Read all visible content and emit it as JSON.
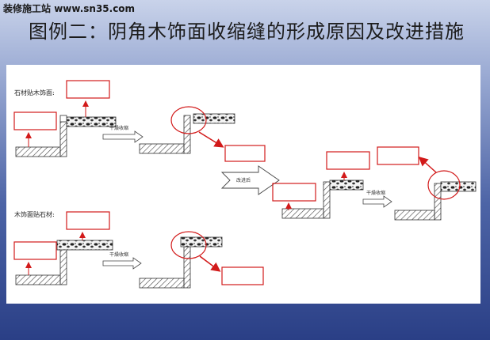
{
  "watermark": {
    "site_name": "装修施工站",
    "url": "www.sn35.com"
  },
  "title": "图例二：阴角木饰面收缩缝的形成原因及改进措施",
  "diagram": {
    "row1_label": "石材贴木饰面:",
    "row2_label": "木饰面贴石材:",
    "arrow_drying_1": "干燥收缩",
    "arrow_drying_2": "干燥收缩",
    "arrow_drying_3": "干燥收缩",
    "improve_label": "改进后"
  }
}
